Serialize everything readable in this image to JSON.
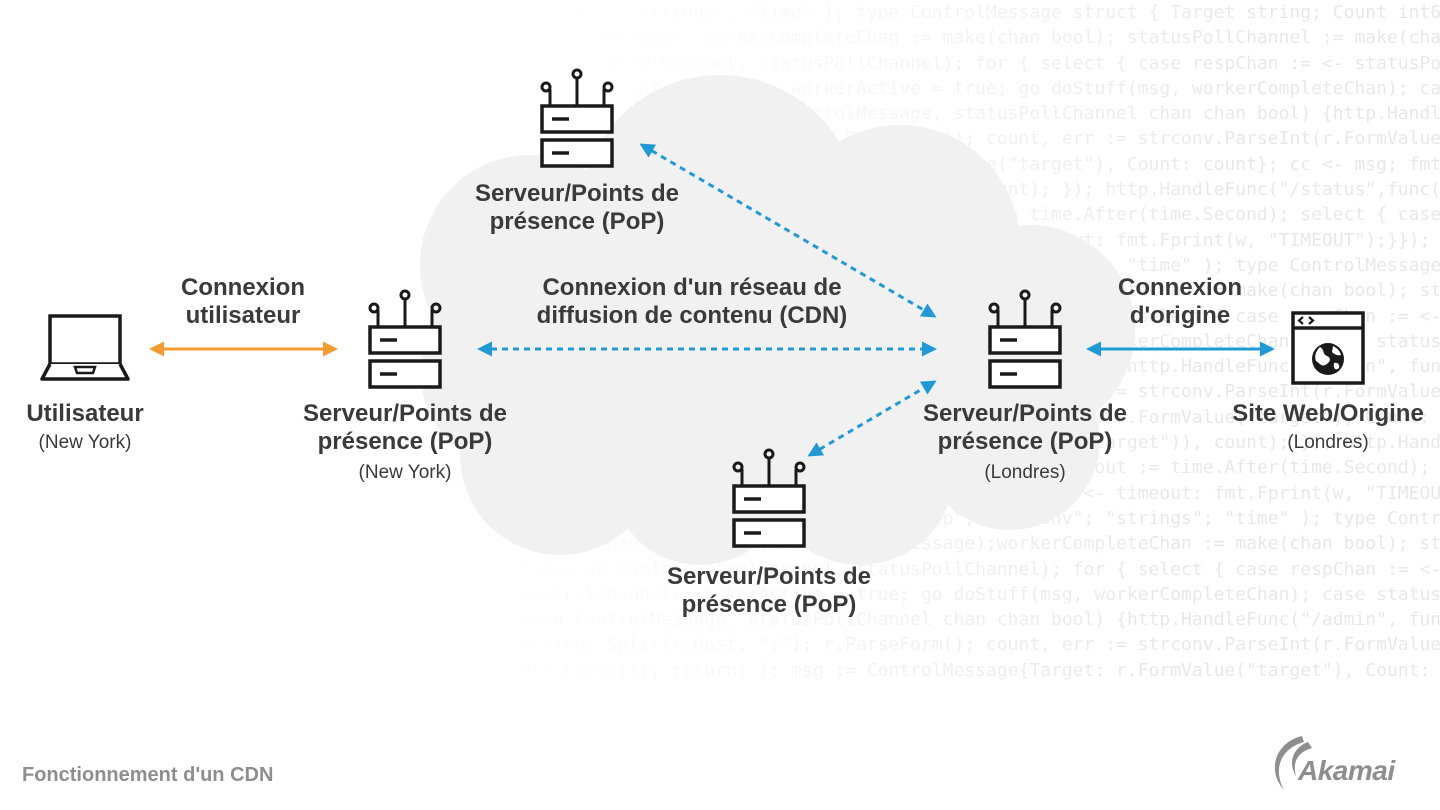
{
  "nodes": {
    "user": {
      "name": "Utilisateur",
      "location": "(New York)"
    },
    "pop_ny": {
      "name_line1": "Serveur/Points de",
      "name_line2": "présence (PoP)",
      "location": "(New York)"
    },
    "pop_top": {
      "name_line1": "Serveur/Points de",
      "name_line2": "présence (PoP)"
    },
    "pop_bottom": {
      "name_line1": "Serveur/Points de",
      "name_line2": "présence (PoP)"
    },
    "pop_london": {
      "name_line1": "Serveur/Points de",
      "name_line2": "présence (PoP)",
      "location": "(Londres)"
    },
    "origin": {
      "name": "Site Web/Origine",
      "location": "(Londres)"
    }
  },
  "connections": {
    "user": {
      "line1": "Connexion",
      "line2": "utilisateur"
    },
    "cdn": {
      "line1": "Connexion d'un réseau de",
      "line2": "diffusion de contenu (CDN)"
    },
    "origin": {
      "line1": "Connexion",
      "line2": "d'origine"
    }
  },
  "footer": {
    "caption": "Fonctionnement d'un CDN"
  },
  "logo": {
    "text": "Akamai"
  },
  "colors": {
    "user_link": "#f39c2f",
    "cdn_link": "#1f9ad6",
    "origin_link": "#1f9ad6",
    "cloud": "#f1f1f1",
    "icon": "#1a1a1a",
    "caption": "#8e8e8e"
  },
  "icons": {
    "user": "laptop-icon",
    "pop": "server-router-icon",
    "origin": "browser-globe-icon"
  },
  "background_code": [
    "(\"count\", \"strings\", \"time\" ); type ControlMessage struct { Target string; Count int64; }; func main() { controlChannel := make(chan",
    "   ControlMessage); workerCompleteChan := make(chan bool); statusPollChannel := make(chan chan bool); workerActive := false;go",
    "   admin(controlChannel, statusPollChannel); for { select { case respChan := <- statusPollChannel: respChan <- workerActive; case",
    "   msg := <-controlChannel: workerActive = true; go doStuff(msg, workerCompleteChan); case status := <- workerCompleteChan: workerActive = status;",
    "   }}}; func admin(cc chan ControlMessage, statusPollChannel chan chan bool) {http.HandleFunc(\"/admin\", func(w http.ResponseWriter, r *http.Request) { hostTokens :=",
    "   strings.Split(r.Host, \":\"); r.ParseForm(); count, err := strconv.ParseInt(r.FormValue(\"count\"), 10, 64); if err != nil { fmt.Fprintf(w, err.Error()); return;",
    "   }; msg := ControlMessage{Target: r.FormValue(\"target\"), Count: count}; cc <- msg; fmt.Fprintf(w, \"Control message issued for Target %s, count %d\",",
    "   html.EscapeString(r.FormValue(\"target\")), count); }); http.HandleFunc(\"/status\",func(w http.ResponseWriter, r *http.Request) { reqChan := make(chan",
    "   bool); statusPollChannel <- reqChan;timeout := time.After(time.Second); select { case result := <- reqChan: if result { fmt.Fprint(w, \"ACTIVE\"); } else {",
    "   fmt.Fprint(w, \"INACTIVE\"); }; return; case <- timeout: fmt.Fprint(w, \"TIMEOUT\");}}); log.Fatal(http.ListenAndServe(\":1337\", nil)); };package main; import (",
    "   \"fmt\"; \"html\"; \"log\"; \"net/http\"; \"strconv\"; \"strings\"; \"time\" ); type ControlMessage struct { Target string; Count int64; }; func main() {",
    "   controlChannel := make(chan ControlMessage);workerCompleteChan := make(chan bool); statusPollChannel := make(chan chan bool); workerActive :=",
    "   false;go admin(controlChannel, statusPollChannel); for { select { case respChan := <- statusPollChannel: respChan <- workerActive; case msg := <-",
    "   controlChannel: workerActive = true; go doStuff(msg, workerCompleteChan); case status := <- workerCompleteChan: workerActive = status; }}}; func admin(cc",
    "   chan ControlMessage, statusPollChannel chan chan bool) {http.HandleFunc(\"/admin\", func(w http.ResponseWriter, r *http.Request) { hostTokens :=",
    "   strings.Split(r.Host, \":\"); r.ParseForm(); count, err := strconv.ParseInt(r.FormValue(\"count\"), 10, 64); if err != nil { fmt.Fprintf(w,",
    "   err.Error()); return; }; msg := ControlMessage{Target: r.FormValue(\"target\"), Count: count}; cc <- msg; fmt.Fprintf(w, \"Control message issued for",
    "   Target %s, count %d\", html.EscapeString(r.FormValue(\"target\")), count); }); http.HandleFunc(\"/status\",func(w http.ResponseWriter, r *http.Request) { reqChan",
    "   := make(chan bool); statusPollChannel <- reqChan;timeout := time.After(time.Second); select { case result := <- reqChan: if result { fmt.Fprint(w, \"ACTIVE\");",
    "   } else { fmt.Fprint(w, \"INACTIVE\"); }; return; case <- timeout: fmt.Fprint(w, \"TIMEOUT\");}}); log.Fatal(http.ListenAndServe(\":1337\", nil)); };package main;",
    "   import ( \"fmt\"; \"html\"; \"log\"; \"net/http\"; \"strconv\"; \"strings\"; \"time\" ); type ControlMessage struct { Target string; Count int64; }; func main() {",
    "   controlChannel := make(chan ControlMessage);workerCompleteChan := make(chan bool); statusPollChannel := make(chan chan bool); workerActive :=",
    "   false;go admin(controlChannel, statusPollChannel); for { select { case respChan := <- statusPollChannel: respChan <- workerActive; case msg := <-",
    "   controlChannel: workerActive = true; go doStuff(msg, workerCompleteChan); case status := <- workerCompleteChan: workerActive = status; }}}; func admin(cc",
    "   chan ControlMessage, statusPollChannel chan chan bool) {http.HandleFunc(\"/admin\", func(w http.ResponseWriter, r *http.Request) { hostTokens :=",
    "   strings.Split(r.Host, \":\"); r.ParseForm(); count, err := strconv.ParseInt(r.FormValue(\"count\"), 10, 64); if err != nil { fmt.Fprintf(w,",
    "   err.Error()); return; }; msg := ControlMessage{Target: r.FormValue(\"target\"), Count: count}; cc <- msg; fmt.Fprintf(w, \"Control message issued for"
  ]
}
